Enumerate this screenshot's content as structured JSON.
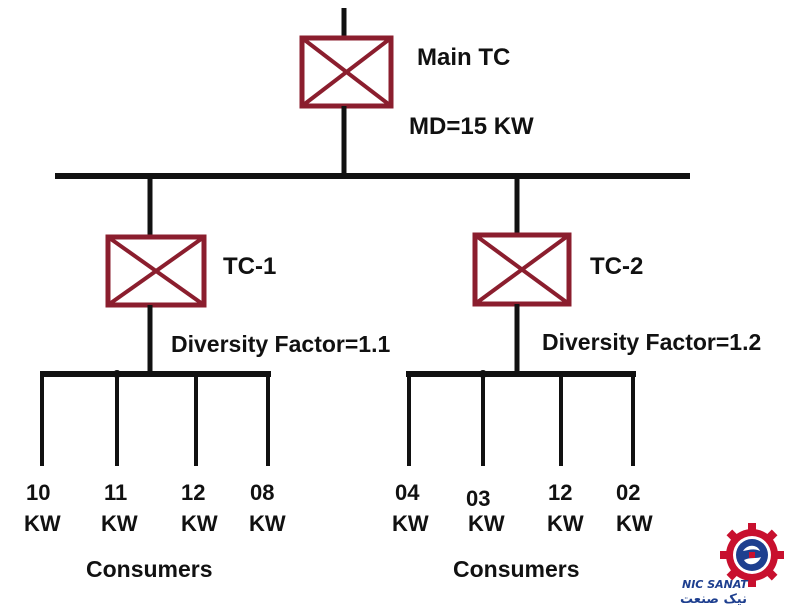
{
  "colors": {
    "line": "#111111",
    "transformer": "#8b1e2e",
    "logo_blue": "#1e3f8f",
    "logo_red": "#c8102e"
  },
  "main": {
    "label": "Main TC",
    "md": "MD=15 KW"
  },
  "branches": [
    {
      "label": "TC-1",
      "diversity": "Diversity Factor=1.1",
      "consumers": [
        {
          "value": "10",
          "unit": "KW"
        },
        {
          "value": "11",
          "unit": "KW"
        },
        {
          "value": "12",
          "unit": "KW"
        },
        {
          "value": "08",
          "unit": "KW"
        }
      ],
      "group_label": "Consumers"
    },
    {
      "label": "TC-2",
      "diversity": "Diversity Factor=1.2",
      "consumers": [
        {
          "value": "04",
          "unit": "KW"
        },
        {
          "value": "03",
          "unit": "KW"
        },
        {
          "value": "12",
          "unit": "KW"
        },
        {
          "value": "02",
          "unit": "KW"
        }
      ],
      "group_label": "Consumers"
    }
  ],
  "logo": {
    "text_en": "NIC SANAT",
    "text_fa": "نیک صنعت"
  }
}
